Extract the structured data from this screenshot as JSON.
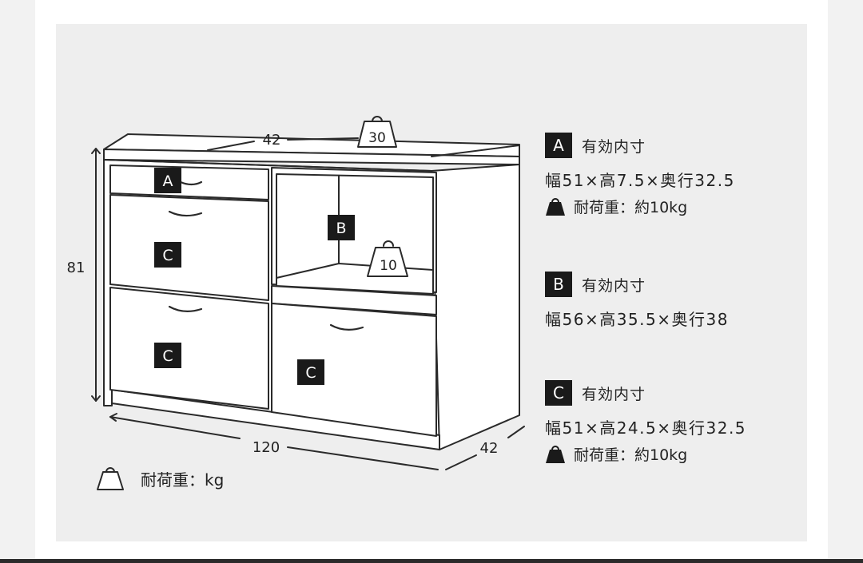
{
  "diagram": {
    "dim_height": "81",
    "dim_width": "120",
    "dim_depth": "42",
    "dim_top_depth": "42",
    "load_top": "30",
    "load_shelf": "10",
    "compartment_labels": {
      "a": "A",
      "b": "B",
      "c": "C"
    }
  },
  "specs": [
    {
      "badge": "A",
      "title": "有効内寸",
      "dims": "幅51×高7.5×奥行32.5",
      "load": "耐荷重：約10kg"
    },
    {
      "badge": "B",
      "title": "有効内寸",
      "dims": "幅56×高35.5×奥行38"
    },
    {
      "badge": "C",
      "title": "有効内寸",
      "dims": "幅51×高24.5×奥行32.5",
      "load": "耐荷重：約10kg"
    }
  ],
  "legend": {
    "text": "耐荷重：kg"
  }
}
